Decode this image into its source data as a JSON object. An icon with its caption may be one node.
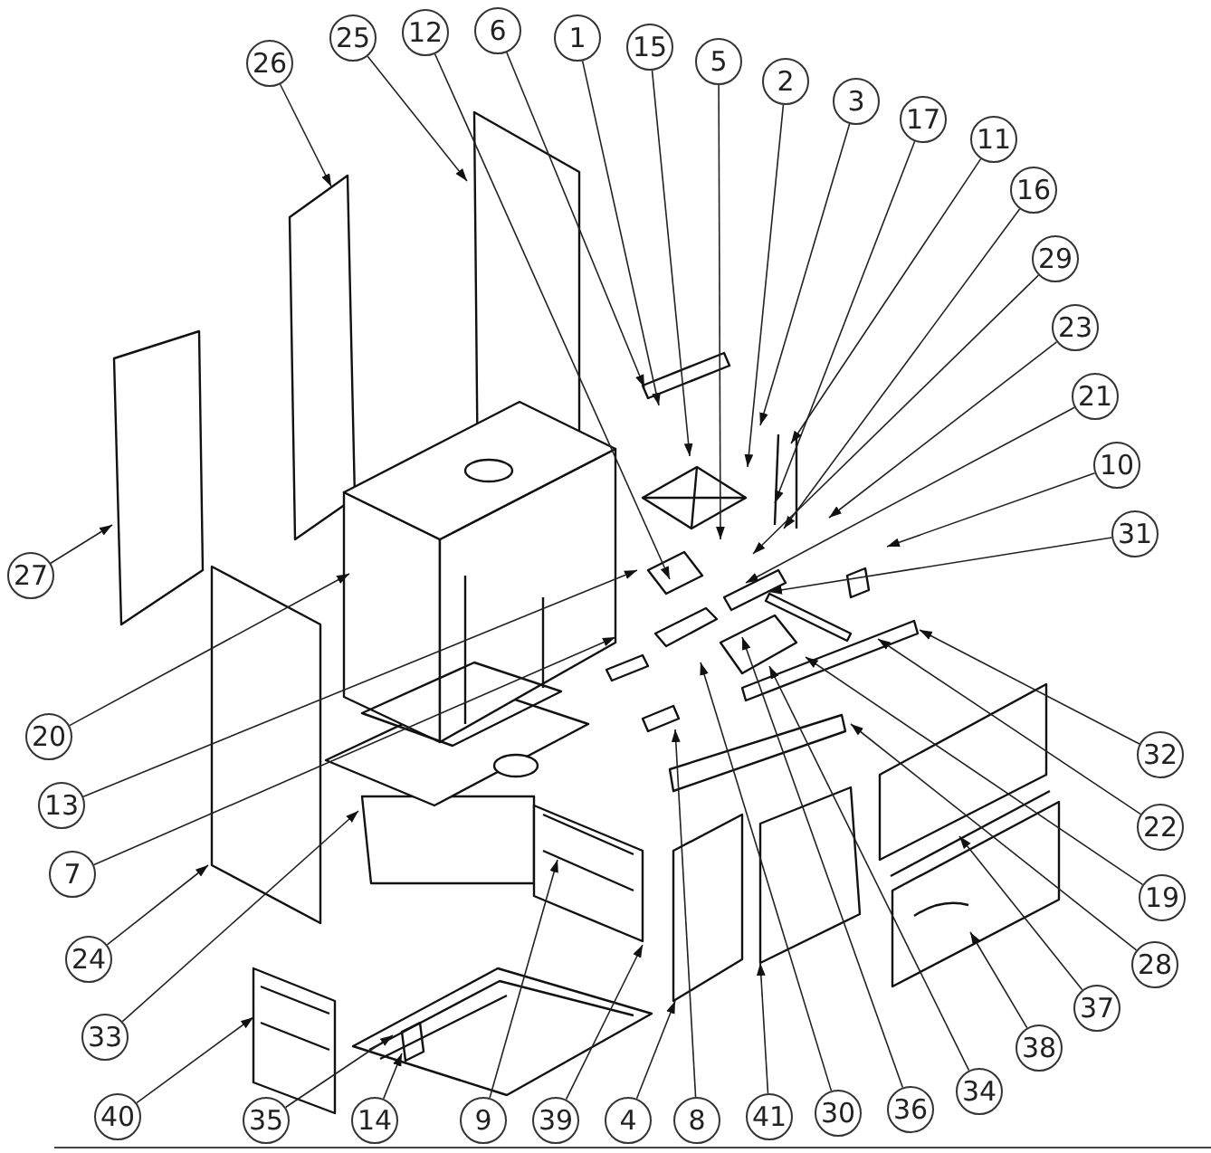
{
  "diagram": {
    "nodes": [
      {
        "text": [
          "26"
        ]
      },
      {
        "text": [
          "25"
        ]
      },
      {
        "text": [
          "12"
        ]
      },
      {
        "text": [
          "6"
        ]
      },
      {
        "text": [
          "1"
        ]
      },
      {
        "text": [
          "15"
        ]
      },
      {
        "text": [
          "5"
        ]
      },
      {
        "text": [
          "2"
        ]
      },
      {
        "text": [
          "3"
        ]
      },
      {
        "text": [
          "17"
        ]
      },
      {
        "text": [
          "11"
        ]
      },
      {
        "text": [
          "16"
        ]
      },
      {
        "text": [
          "29"
        ]
      },
      {
        "text": [
          "23"
        ]
      },
      {
        "text": [
          "21"
        ]
      },
      {
        "text": [
          "10"
        ]
      },
      {
        "text": [
          "31"
        ]
      },
      {
        "text": [
          "32"
        ]
      },
      {
        "text": [
          "22"
        ]
      },
      {
        "text": [
          "19"
        ]
      },
      {
        "text": [
          "28"
        ]
      },
      {
        "text": [
          "37"
        ]
      },
      {
        "text": [
          "38"
        ]
      },
      {
        "text": [
          "34"
        ]
      },
      {
        "text": [
          "36"
        ]
      },
      {
        "text": [
          "30"
        ]
      },
      {
        "text": [
          "41"
        ]
      },
      {
        "text": [
          "8"
        ]
      },
      {
        "text": [
          "4"
        ]
      },
      {
        "text": [
          "39"
        ]
      },
      {
        "text": [
          "9"
        ]
      },
      {
        "text": [
          "14"
        ]
      },
      {
        "text": [
          "35"
        ]
      },
      {
        "text": [
          "40"
        ]
      },
      {
        "text": [
          "33"
        ]
      },
      {
        "text": [
          "24"
        ]
      },
      {
        "text": [
          "7"
        ]
      },
      {
        "text": [
          "13"
        ]
      },
      {
        "text": [
          "20"
        ]
      },
      {
        "text": [
          "27"
        ]
      }
    ],
    "edges": [
      {
        "from": 0,
        "to": null,
        "arrow": "to"
      },
      {
        "from": 1,
        "to": null,
        "arrow": "to"
      },
      {
        "from": 2,
        "to": null,
        "arrow": "to"
      },
      {
        "from": 3,
        "to": null,
        "arrow": "to"
      },
      {
        "from": 4,
        "to": null,
        "arrow": "to"
      },
      {
        "from": 5,
        "to": null,
        "arrow": "to"
      },
      {
        "from": 6,
        "to": null,
        "arrow": "to"
      },
      {
        "from": 7,
        "to": null,
        "arrow": "to"
      },
      {
        "from": 8,
        "to": null,
        "arrow": "to"
      },
      {
        "from": 9,
        "to": null,
        "arrow": "to"
      },
      {
        "from": 10,
        "to": null,
        "arrow": "to"
      },
      {
        "from": 11,
        "to": null,
        "arrow": "to"
      },
      {
        "from": 12,
        "to": null,
        "arrow": "to"
      },
      {
        "from": 13,
        "to": null,
        "arrow": "to"
      },
      {
        "from": 14,
        "to": null,
        "arrow": "to"
      },
      {
        "from": 15,
        "to": null,
        "arrow": "to"
      },
      {
        "from": 16,
        "to": null,
        "arrow": "to"
      },
      {
        "from": 17,
        "to": null,
        "arrow": "to"
      },
      {
        "from": 18,
        "to": null,
        "arrow": "to"
      },
      {
        "from": 19,
        "to": null,
        "arrow": "to"
      },
      {
        "from": 20,
        "to": null,
        "arrow": "to"
      },
      {
        "from": 21,
        "to": null,
        "arrow": "to"
      },
      {
        "from": 22,
        "to": null,
        "arrow": "to"
      },
      {
        "from": 23,
        "to": null,
        "arrow": "to"
      },
      {
        "from": 24,
        "to": null,
        "arrow": "to"
      },
      {
        "from": 25,
        "to": null,
        "arrow": "to"
      },
      {
        "from": 26,
        "to": null,
        "arrow": "to"
      },
      {
        "from": 27,
        "to": null,
        "arrow": "to"
      },
      {
        "from": 28,
        "to": null,
        "arrow": "to"
      },
      {
        "from": 29,
        "to": null,
        "arrow": "to"
      },
      {
        "from": 30,
        "to": null,
        "arrow": "to"
      },
      {
        "from": 31,
        "to": null,
        "arrow": "to"
      },
      {
        "from": 32,
        "to": null,
        "arrow": "to"
      },
      {
        "from": 33,
        "to": null,
        "arrow": "to"
      },
      {
        "from": 34,
        "to": null,
        "arrow": "to"
      },
      {
        "from": 35,
        "to": null,
        "arrow": "to"
      },
      {
        "from": 36,
        "to": null,
        "arrow": "to"
      },
      {
        "from": 37,
        "to": null,
        "arrow": "to"
      },
      {
        "from": 38,
        "to": null,
        "arrow": "to"
      },
      {
        "from": 39,
        "to": null,
        "arrow": "to"
      }
    ]
  }
}
